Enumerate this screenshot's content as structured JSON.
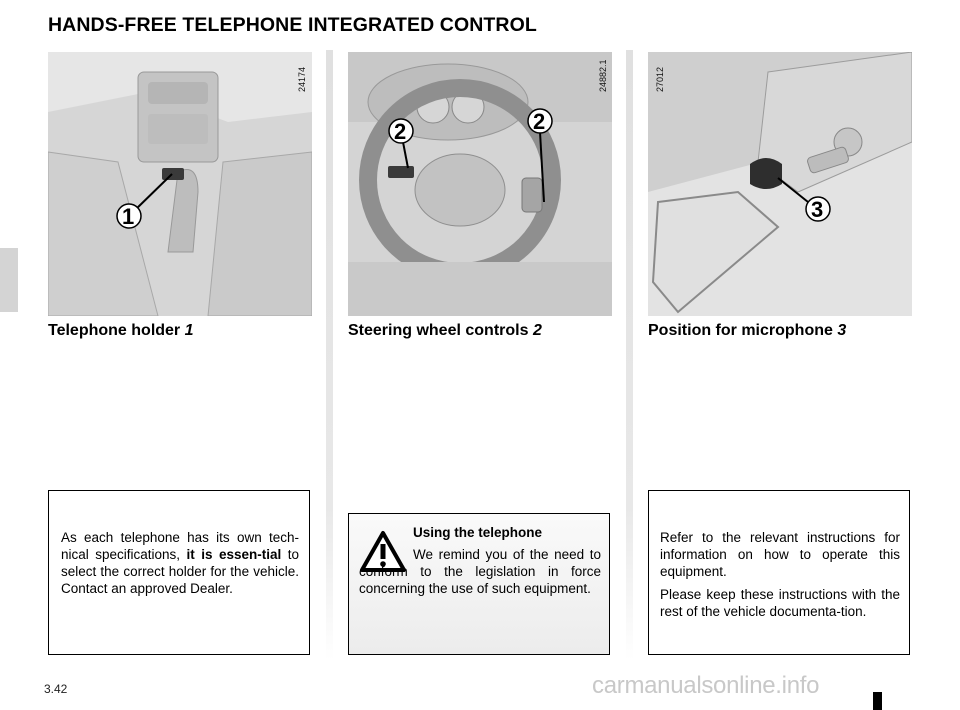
{
  "page": {
    "title": "HANDS-FREE TELEPHONE INTEGRATED CONTROL",
    "page_number": "3.42",
    "watermark": "carmanualsonline.info"
  },
  "panels": [
    {
      "photo_code": "24174",
      "caption_text": "Telephone holder",
      "caption_ref": "1",
      "callouts": [
        "1"
      ]
    },
    {
      "photo_code": "24882.1",
      "caption_text": "Steering wheel controls",
      "caption_ref": "2",
      "callouts": [
        "2",
        "2"
      ]
    },
    {
      "photo_code": "27012",
      "caption_text": "Position for microphone",
      "caption_ref": "3",
      "callouts": [
        "3"
      ]
    }
  ],
  "notes": {
    "holder_note": {
      "before": "As each telephone has its own tech-nical specifications, ",
      "emphasis": "it is essen-tial",
      "after": " to select the correct holder for the vehicle. Contact an approved Dealer."
    },
    "warning": {
      "icon": "warning-triangle-icon",
      "title": "Using the telephone",
      "body": "We remind you of the need to conform to the legislation in force concerning the use of such equipment."
    },
    "instructions": {
      "para1": "Refer to the relevant instructions for information on how to operate this equipment.",
      "para2": "Please keep these instructions with the rest of the vehicle documenta-tion."
    }
  }
}
